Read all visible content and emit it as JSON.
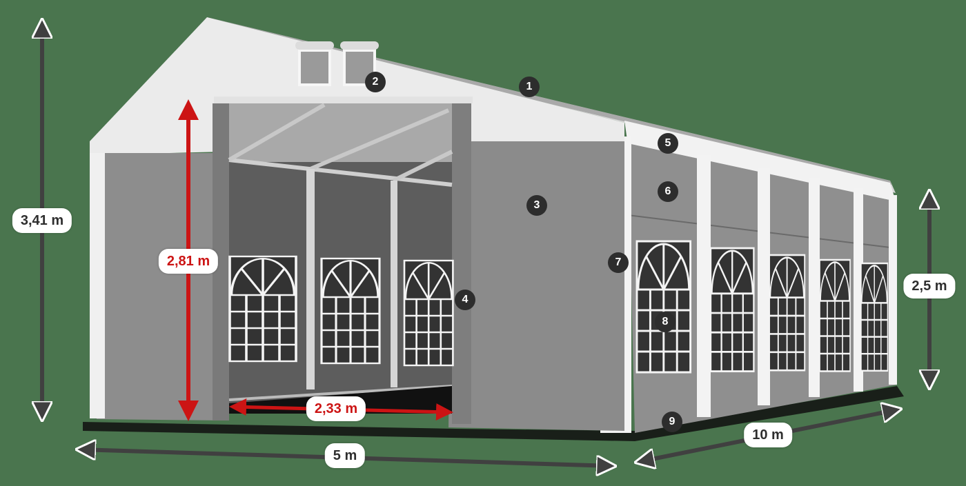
{
  "diagram": {
    "subject": "Party tent with arched windows",
    "colors": {
      "background": "#4a754e",
      "roof": "#ececec",
      "wall": "#8c8c8c",
      "wall_dark": "#5e5e5e",
      "window_glass": "#333333",
      "frame": "#f2f2f2",
      "dimension_dark": "#404040",
      "dimension_red": "#cc1414",
      "marker": "#2d2d2d"
    },
    "dimensions": {
      "total_height": "3,41 m",
      "door_height": "2,81 m",
      "door_width": "2,33 m",
      "side_height": "2,5 m",
      "width": "5 m",
      "length": "10 m"
    },
    "markers": [
      {
        "id": "1",
        "label": "1"
      },
      {
        "id": "2",
        "label": "2"
      },
      {
        "id": "3",
        "label": "3"
      },
      {
        "id": "4",
        "label": "4"
      },
      {
        "id": "5",
        "label": "5"
      },
      {
        "id": "6",
        "label": "6"
      },
      {
        "id": "7",
        "label": "7"
      },
      {
        "id": "8",
        "label": "8"
      },
      {
        "id": "9",
        "label": "9"
      }
    ],
    "side_window_count": 5,
    "back_window_count": 3
  }
}
